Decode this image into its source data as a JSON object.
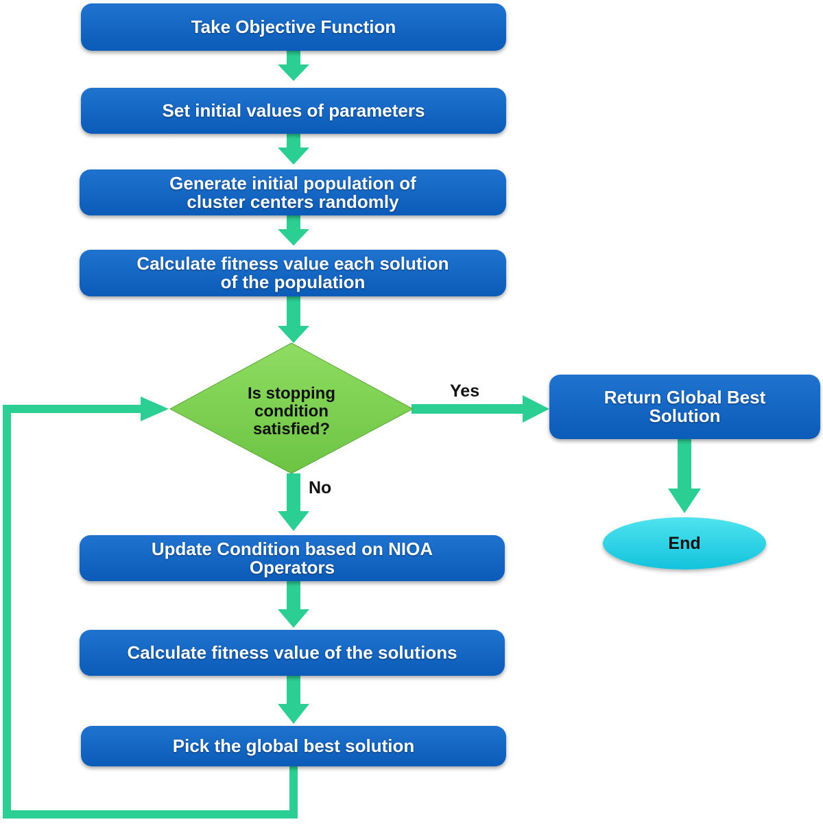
{
  "steps": {
    "take_objective": "Take Objective Function",
    "set_initial": "Set initial values of parameters",
    "generate_population": "Generate initial population of cluster centers randomly",
    "calculate_fitness_population": "Calculate fitness value each solution of the population",
    "update_condition": "Update Condition based on NIOA Operators",
    "calculate_fitness_solutions": "Calculate fitness value of the solutions",
    "pick_global_best": "Pick the global best solution",
    "return_global_best": "Return Global Best Solution"
  },
  "decision": {
    "text": "Is stopping condition satisfied?",
    "yes_label": "Yes",
    "no_label": "No"
  },
  "terminal": {
    "end": "End"
  },
  "colors": {
    "box": "#0b5bb8",
    "arrow": "#2ccf93",
    "diamond": "#7fd14f",
    "terminal": "#22cde2"
  }
}
